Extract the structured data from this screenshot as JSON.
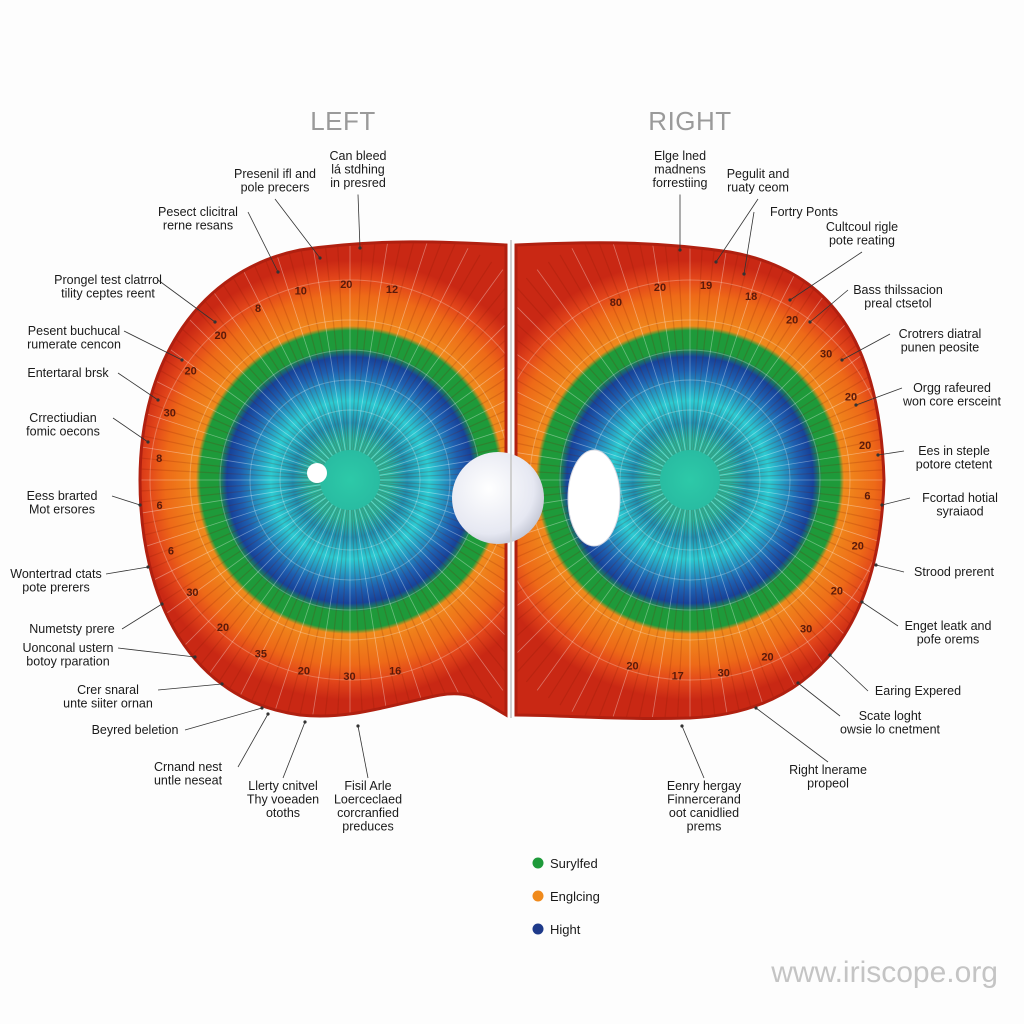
{
  "titles": {
    "left": "LEFT",
    "right": "RIGHT"
  },
  "watermark": "www.iriscope.org",
  "colors": {
    "outer_red": "#d8341a",
    "orange": "#f08a1c",
    "green": "#1e9a3a",
    "cyan": "#22c6cc",
    "blue": "#1e5aa8",
    "teal": "#27b5a0",
    "center": "#e8eaf2"
  },
  "left_labels": [
    [
      "Can bleed",
      "lá stdhing",
      "in presred"
    ],
    [
      "Presenil ifl and",
      "pole precers"
    ],
    [
      "Pesect clicitral",
      "rerne resans"
    ],
    [
      "Prongel test clatrrol",
      "tility ceptes reent"
    ],
    [
      "Pesent buchucal",
      "rumerate cencon"
    ],
    [
      "Entertaral brsk"
    ],
    [
      "Crrectiudian",
      "fomic oecons"
    ],
    [
      "Eess brarted",
      "Mot ersores"
    ],
    [
      "Wontertrad ctats",
      "pote prerers"
    ],
    [
      "Numetsty prere"
    ],
    [
      "Uonconal ustern",
      "botoy rparation"
    ],
    [
      "Crer snaral",
      "unte siiter ornan"
    ],
    [
      "Beyred beletion"
    ],
    [
      "Crnand nest",
      "untle neseat"
    ],
    [
      "Llerty cnitvel",
      "Thy voeaden",
      "otoths"
    ],
    [
      "Fisil Arle",
      "Loerceclaed",
      "corcranfied",
      "preduces"
    ]
  ],
  "right_labels": [
    [
      "Elge lned",
      "madnens",
      "forrestiing"
    ],
    [
      "Pegulit and",
      "ruaty ceom"
    ],
    [
      "Fortry Ponts"
    ],
    [
      "Cultcoul rigle",
      "pote reating"
    ],
    [
      "Bass thilssacion",
      "preal ctsetol"
    ],
    [
      "Crotrers diatral",
      "punen peosite"
    ],
    [
      "Orgg rafeured",
      "won core ersceint"
    ],
    [
      "Ees in steple",
      "potore ctetent"
    ],
    [
      "Fcortad hotial",
      "syraiaod"
    ],
    [
      "Strood prerent"
    ],
    [
      "Enget leatk and",
      "pofe orems"
    ],
    [
      "Earing Expered"
    ],
    [
      "Scate loght",
      "owsie lo cnetment"
    ],
    [
      "Right lnerame",
      "propeol"
    ],
    [
      "Eenry hergay",
      "Finnercerand",
      "oot canidlied",
      "prems"
    ]
  ],
  "left_ring_numbers": [
    "12",
    "20",
    "10",
    "8",
    "20",
    "20",
    "30",
    "8",
    "6",
    "6",
    "30",
    "20",
    "35",
    "20",
    "30",
    "16"
  ],
  "right_ring_numbers": [
    "80",
    "20",
    "19",
    "18",
    "20",
    "30",
    "20",
    "20",
    "6",
    "20",
    "20",
    "30",
    "20",
    "30",
    "17",
    "20"
  ],
  "legend": [
    {
      "label": "Surylfed",
      "color": "#1e9a3a"
    },
    {
      "label": "Englcing",
      "color": "#f08a1c"
    },
    {
      "label": "Hight",
      "color": "#1e3a8a"
    }
  ]
}
